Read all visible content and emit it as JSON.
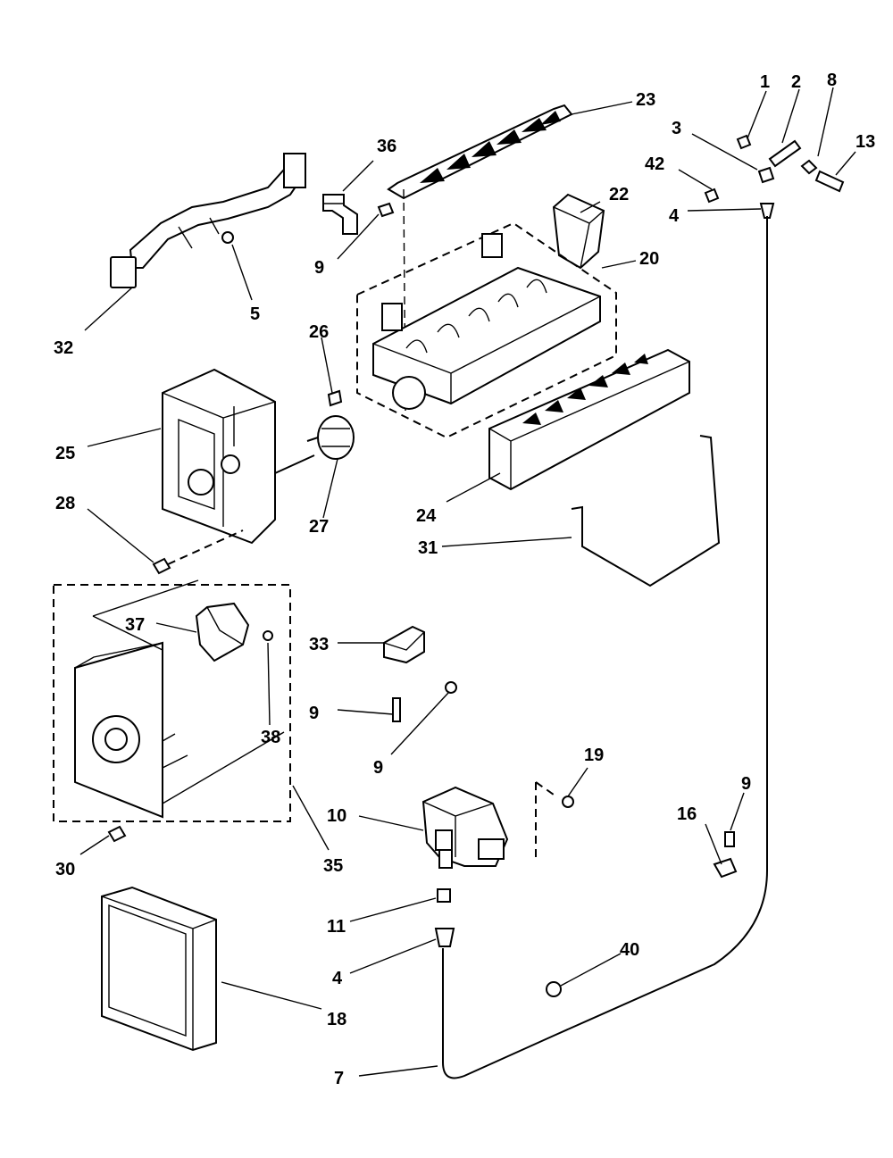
{
  "labels": {
    "l1": "1",
    "l2": "2",
    "l8": "8",
    "l3": "3",
    "l13": "13",
    "l42": "42",
    "l4a": "4",
    "l23": "23",
    "l36": "36",
    "l22": "22",
    "l9a": "9",
    "l20": "20",
    "l32": "32",
    "l5": "5",
    "l26": "26",
    "l25": "25",
    "l27": "27",
    "l24": "24",
    "l28": "28",
    "l31": "31",
    "l37": "37",
    "l33": "33",
    "l38": "38",
    "l9b": "9",
    "l9c": "9",
    "l19": "19",
    "l9d": "9",
    "l10": "10",
    "l16": "16",
    "l30": "30",
    "l35": "35",
    "l11": "11",
    "l4b": "4",
    "l40": "40",
    "l18": "18",
    "l7": "7"
  }
}
